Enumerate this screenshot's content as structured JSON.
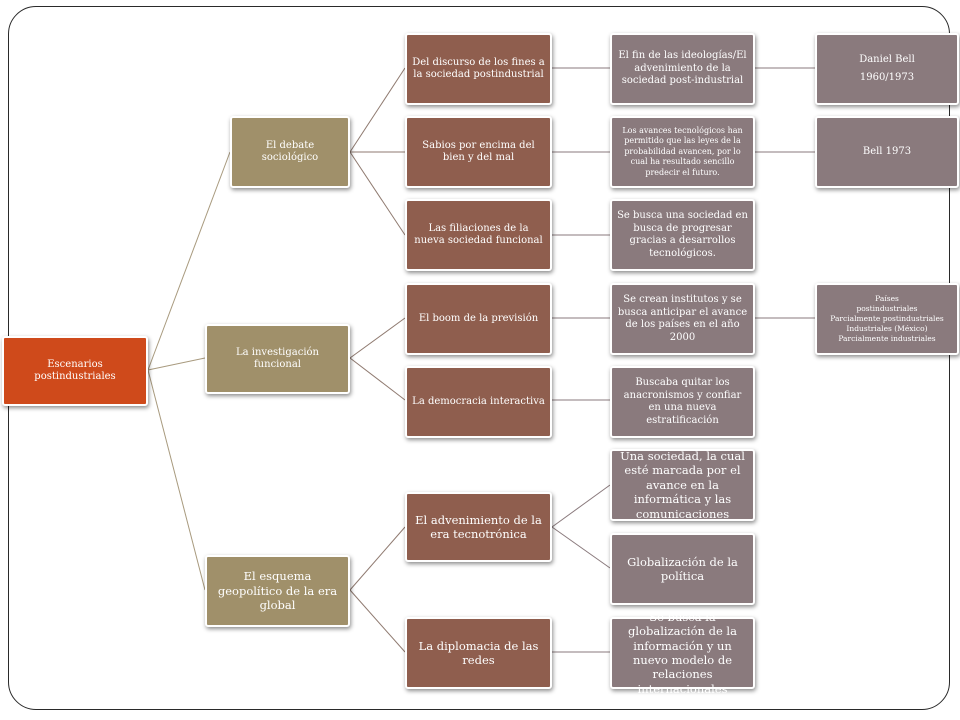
{
  "root": {
    "label": "Escenarios postindustriales"
  },
  "branches": [
    {
      "label": "El debate sociológico",
      "children": [
        {
          "label": "Del discurso de los fines a la sociedad postindustrial",
          "detail": "El fin de las ideologías/El advenimiento de la sociedad post-industrial",
          "source": {
            "lines": [
              "Daniel Bell",
              "1960/1973"
            ]
          }
        },
        {
          "label": "Sabios por encima del bien y del mal",
          "detail": "Los avances tecnológicos han permitido que las leyes de la probabilidad avancen, por lo cual ha resultado sencillo predecir el futuro.",
          "source": {
            "lines": [
              "Bell 1973"
            ]
          }
        },
        {
          "label": "Las filiaciones de la nueva sociedad funcional",
          "detail": "Se busca una sociedad en busca de progresar gracias a desarrollos tecnológicos."
        }
      ]
    },
    {
      "label": "La investigación funcional",
      "children": [
        {
          "label": "El boom de la previsión",
          "detail": "Se crean institutos y se busca anticipar el avance de los países en el año 2000",
          "source": {
            "lines": [
              "Países",
              "postindustriales",
              "Parcialmente postindustriales",
              "Industriales (México)",
              "Parcialmente industriales"
            ]
          }
        },
        {
          "label": "La democracia interactiva",
          "detail": "Buscaba quitar los anacronismos y confiar en una nueva estratificación"
        }
      ]
    },
    {
      "label": "El esquema geopolítico de la era global",
      "children": [
        {
          "label": "El advenimiento de la era tecnotrónica",
          "details": [
            "Una sociedad, la cual esté marcada por el avance en la informática y las comunicaciones",
            "Globalización de la política"
          ]
        },
        {
          "label": "La diplomacia de las redes",
          "detail": "Se busca la globalización de la información y un nuevo modelo de relaciones internacionales"
        }
      ]
    }
  ]
}
